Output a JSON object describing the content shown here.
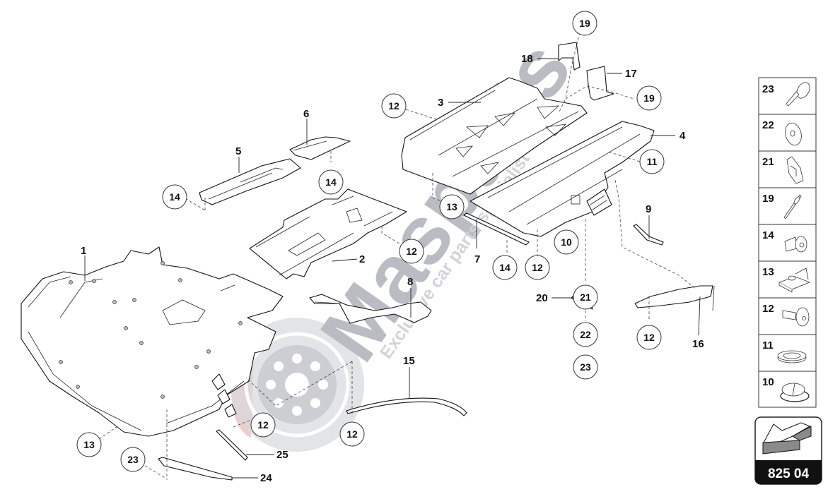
{
  "diagram": {
    "title": "Underbody panels exploded view",
    "reference_code": "825 04",
    "watermark": {
      "brand": "Masparts",
      "tagline": "Exclusive car parts specialist",
      "accent_color": "#e8a3a6",
      "gray_color": "#b9bcc3"
    }
  },
  "part_labels": [
    {
      "id": "1",
      "text": "1"
    },
    {
      "id": "2",
      "text": "2"
    },
    {
      "id": "3",
      "text": "3"
    },
    {
      "id": "4",
      "text": "4"
    },
    {
      "id": "5",
      "text": "5"
    },
    {
      "id": "6",
      "text": "6"
    },
    {
      "id": "7",
      "text": "7"
    },
    {
      "id": "8",
      "text": "8"
    },
    {
      "id": "9",
      "text": "9"
    },
    {
      "id": "15",
      "text": "15"
    },
    {
      "id": "16",
      "text": "16"
    },
    {
      "id": "17",
      "text": "17"
    },
    {
      "id": "18",
      "text": "18"
    },
    {
      "id": "20",
      "text": "20"
    },
    {
      "id": "24",
      "text": "24"
    },
    {
      "id": "25",
      "text": "25"
    }
  ],
  "callouts": [
    {
      "text": "19"
    },
    {
      "text": "19"
    },
    {
      "text": "12"
    },
    {
      "text": "14"
    },
    {
      "text": "14"
    },
    {
      "text": "11"
    },
    {
      "text": "13"
    },
    {
      "text": "12"
    },
    {
      "text": "10"
    },
    {
      "text": "14"
    },
    {
      "text": "12"
    },
    {
      "text": "21"
    },
    {
      "text": "22"
    },
    {
      "text": "23"
    },
    {
      "text": "12"
    },
    {
      "text": "12"
    },
    {
      "text": "12"
    },
    {
      "text": "13"
    },
    {
      "text": "23"
    }
  ],
  "legend": {
    "items": [
      {
        "number": "23",
        "icon": "screw-with-washer-icon"
      },
      {
        "number": "22",
        "icon": "washer-icon"
      },
      {
        "number": "21",
        "icon": "spring-clip-icon"
      },
      {
        "number": "19",
        "icon": "rivet-icon"
      },
      {
        "number": "14",
        "icon": "expansion-rivet-icon"
      },
      {
        "number": "13",
        "icon": "speed-nut-icon"
      },
      {
        "number": "12",
        "icon": "push-rivet-icon"
      },
      {
        "number": "11",
        "icon": "grommet-icon"
      },
      {
        "number": "10",
        "icon": "plug-cap-icon"
      }
    ]
  }
}
